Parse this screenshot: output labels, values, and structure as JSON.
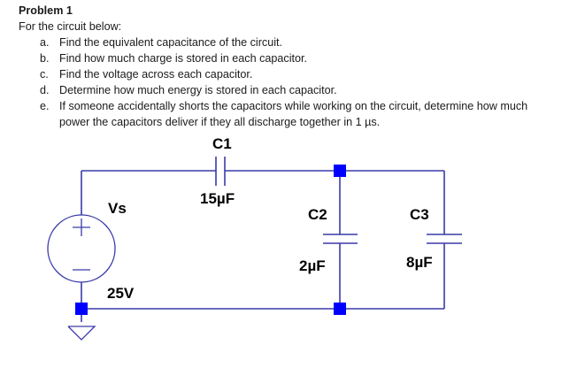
{
  "problem": {
    "title": "Problem 1",
    "intro": "For the circuit below:",
    "tasks": [
      {
        "letter": "a.",
        "text": "Find the equivalent capacitance of the circuit."
      },
      {
        "letter": "b.",
        "text": "Find how much charge is stored in each capacitor."
      },
      {
        "letter": "c.",
        "text": "Find the voltage across each capacitor."
      },
      {
        "letter": "d.",
        "text": "Determine how much energy is stored in each capacitor."
      },
      {
        "letter": "e.",
        "text": "If someone accidentally shorts the capacitors while working on the circuit, determine how much",
        "continuation": "power the capacitors deliver if they all discharge together in 1 µs."
      }
    ]
  },
  "circuit": {
    "wire_color": "#3a3aa8",
    "node_color": "#0000ff",
    "source": {
      "name": "Vs",
      "value": "25V",
      "plus_symbol": "+",
      "minus_symbol": "−"
    },
    "capacitors": [
      {
        "name": "C1",
        "value": "15µF"
      },
      {
        "name": "C2",
        "value": "2µF"
      },
      {
        "name": "C3",
        "value": "8µF"
      }
    ]
  }
}
